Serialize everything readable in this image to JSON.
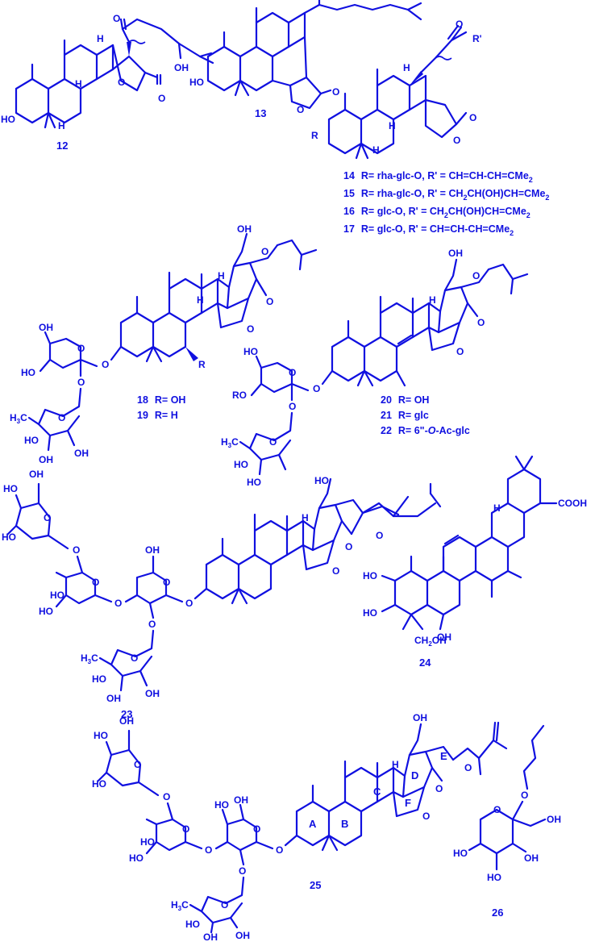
{
  "colors": {
    "ink": "#1010e0",
    "background": "#ffffff"
  },
  "compounds": {
    "c12": "12",
    "c13": "13",
    "c23": "23",
    "c24": "24",
    "c25": "25",
    "c26": "26"
  },
  "r_groups": {
    "c14": {
      "num": "14",
      "def": "R= rha-glc-O, R' = CH=CH-CH=CMe",
      "sub": "2"
    },
    "c15": {
      "num": "15",
      "def": "R= rha-glc-O, R' = CH",
      "tail": "CH(OH)CH=CMe",
      "sub": "2"
    },
    "c16": {
      "num": "16",
      "def": "R= glc-O, R' = CH",
      "tail": "CH(OH)CH=CMe",
      "sub": "2"
    },
    "c17": {
      "num": "17",
      "def": "R= glc-O, R' = CH=CH-CH=CMe",
      "sub": "2"
    },
    "c18": {
      "num": "18",
      "def": "R= OH"
    },
    "c19": {
      "num": "19",
      "def": "R= H"
    },
    "c20": {
      "num": "20",
      "def": "R= OH"
    },
    "c21": {
      "num": "21",
      "def": "R= glc"
    },
    "c22": {
      "num": "22",
      "pre": "R= 6\"-",
      "ital": "O",
      "post": "-Ac-glc"
    }
  },
  "atoms": {
    "HO": "HO",
    "OH": "OH",
    "O": "O",
    "H": "H",
    "R": "R",
    "RPRIME": "R'",
    "RO": "RO",
    "H3C": "H",
    "H3C_sub": "3",
    "C": "C",
    "COOH": "COOH",
    "CH2OH": "CH",
    "CH2OH_tail": "OH"
  },
  "ring_letters": {
    "A": "A",
    "B": "B",
    "C": "C",
    "D": "D",
    "E": "E",
    "F": "F"
  }
}
